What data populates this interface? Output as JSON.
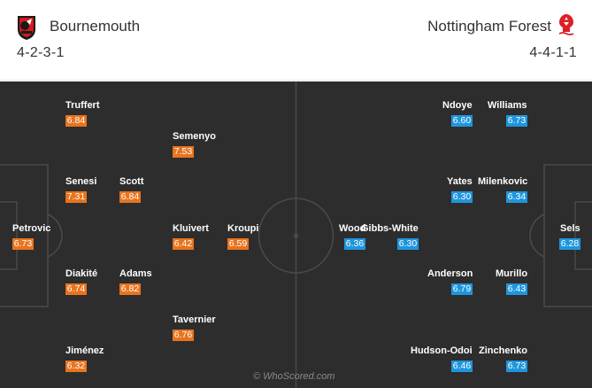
{
  "home": {
    "name": "Bournemouth",
    "formation": "4-2-3-1",
    "crest_icon": "bournemouth-crest-icon",
    "color": "#e8741e",
    "players": [
      {
        "name": "Petrovic",
        "rating": "6.73"
      },
      {
        "name": "Truffert",
        "rating": "6.84"
      },
      {
        "name": "Senesi",
        "rating": "7.31"
      },
      {
        "name": "Diakité",
        "rating": "6.74"
      },
      {
        "name": "Jiménez",
        "rating": "6.32"
      },
      {
        "name": "Scott",
        "rating": "6.84"
      },
      {
        "name": "Adams",
        "rating": "6.82"
      },
      {
        "name": "Semenyo",
        "rating": "7.53"
      },
      {
        "name": "Kluivert",
        "rating": "6.42"
      },
      {
        "name": "Tavernier",
        "rating": "6.76"
      },
      {
        "name": "Kroupi",
        "rating": "6.59"
      }
    ]
  },
  "away": {
    "name": "Nottingham Forest",
    "formation": "4-4-1-1",
    "crest_icon": "nottingham-forest-crest-icon",
    "color": "#1e96dc",
    "players": [
      {
        "name": "Sels",
        "rating": "6.28"
      },
      {
        "name": "Milenkovic",
        "rating": "6.34"
      },
      {
        "name": "Murillo",
        "rating": "6.43"
      },
      {
        "name": "Zinchenko",
        "rating": "6.73"
      },
      {
        "name": "Williams",
        "rating": "6.73"
      },
      {
        "name": "Ndoye",
        "rating": "6.60"
      },
      {
        "name": "Yates",
        "rating": "6.30"
      },
      {
        "name": "Anderson",
        "rating": "6.79"
      },
      {
        "name": "Hudson-Odoi",
        "rating": "6.46"
      },
      {
        "name": "Gibbs-White",
        "rating": "6.30"
      },
      {
        "name": "Wood",
        "rating": "6.36"
      }
    ]
  },
  "watermark": "© WhoScored.com"
}
